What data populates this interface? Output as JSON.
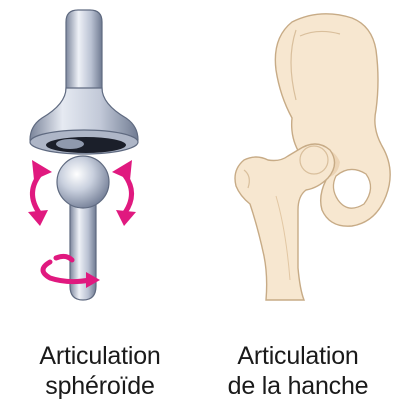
{
  "panels": [
    {
      "id": "ball-and-socket",
      "caption_line1": "Articulation",
      "caption_line2": "sphéroïde",
      "icons": [
        "ball-and-socket-model-icon",
        "rotation-arrow-icon"
      ]
    },
    {
      "id": "hip",
      "caption_line1": "Articulation",
      "caption_line2": "de la hanche",
      "icons": [
        "hip-bone-icon",
        "femur-icon"
      ]
    }
  ],
  "colors": {
    "metal_light": "#d8dde8",
    "metal_mid": "#aab3c6",
    "metal_dark": "#6d7890",
    "arrow": "#e0197f",
    "bone_fill": "#f7e7d0",
    "bone_stroke": "#c7ab86",
    "bone_shadow": "#e9cfae",
    "text": "#1a1a1a"
  }
}
